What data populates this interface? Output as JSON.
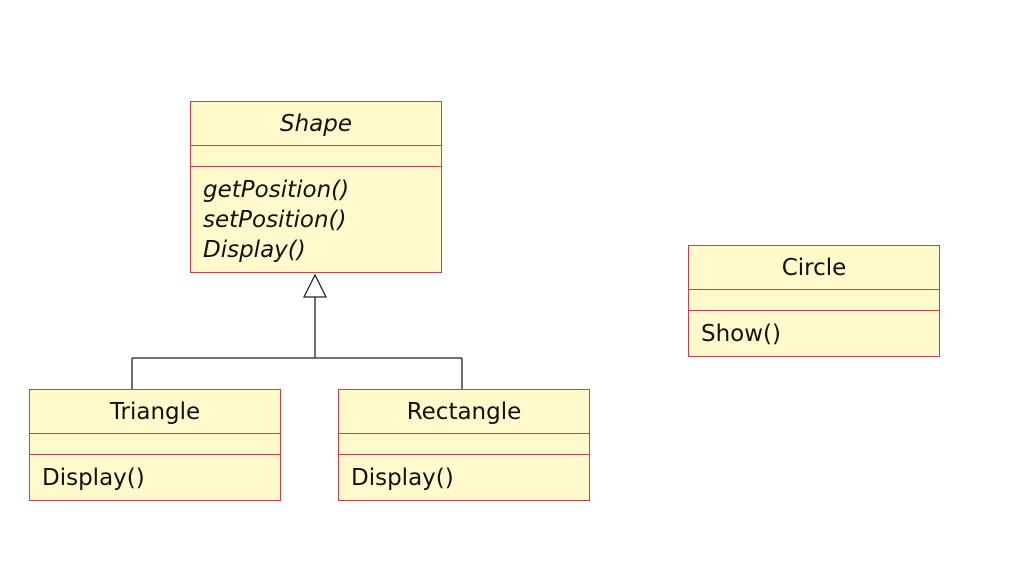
{
  "diagram": {
    "classes": {
      "shape": {
        "name": "Shape",
        "operations": [
          "getPosition()",
          "setPosition()",
          "Display()"
        ]
      },
      "circle": {
        "name": "Circle",
        "operations": [
          "Show()"
        ]
      },
      "triangle": {
        "name": "Triangle",
        "operations": [
          "Display()"
        ]
      },
      "rectangle": {
        "name": "Rectangle",
        "operations": [
          "Display()"
        ]
      }
    },
    "colors": {
      "class_fill": "#fff9cc",
      "class_border": "#c9404a",
      "connector": "#222222"
    }
  }
}
